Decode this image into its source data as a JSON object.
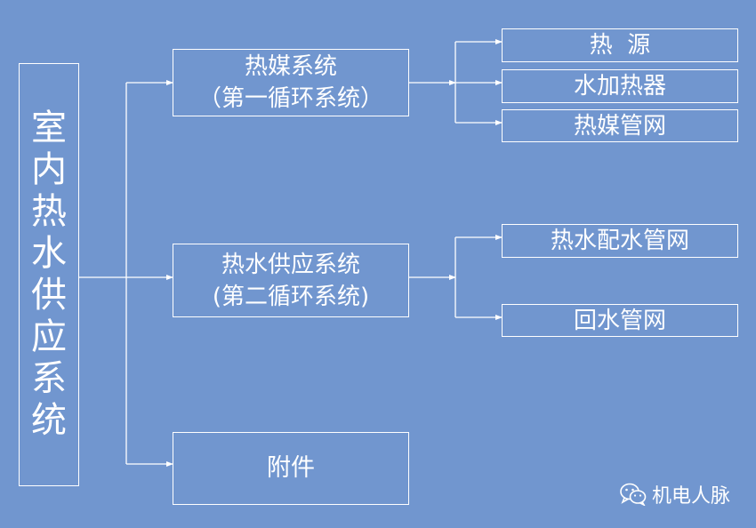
{
  "root": {
    "chars": [
      "室",
      "内",
      "热",
      "水",
      "供",
      "应",
      "系",
      "统"
    ]
  },
  "middle": {
    "heat_medium": {
      "line1": "热媒系统",
      "line2": "（第一循环系统）"
    },
    "hot_water": {
      "line1": "热水供应系统",
      "line2": "(第二循环系统)"
    },
    "fittings": {
      "label": "附件"
    }
  },
  "right": {
    "heat_source": "热  源",
    "water_heater": "水加热器",
    "medium_pipe": "热媒管网",
    "distribution": "热水配水管网",
    "return_pipe": "回水管网"
  },
  "watermark": {
    "text": "机电人脉",
    "icon": "wechat-icon"
  },
  "colors": {
    "background": "#7196cf",
    "line": "#ffffff"
  }
}
